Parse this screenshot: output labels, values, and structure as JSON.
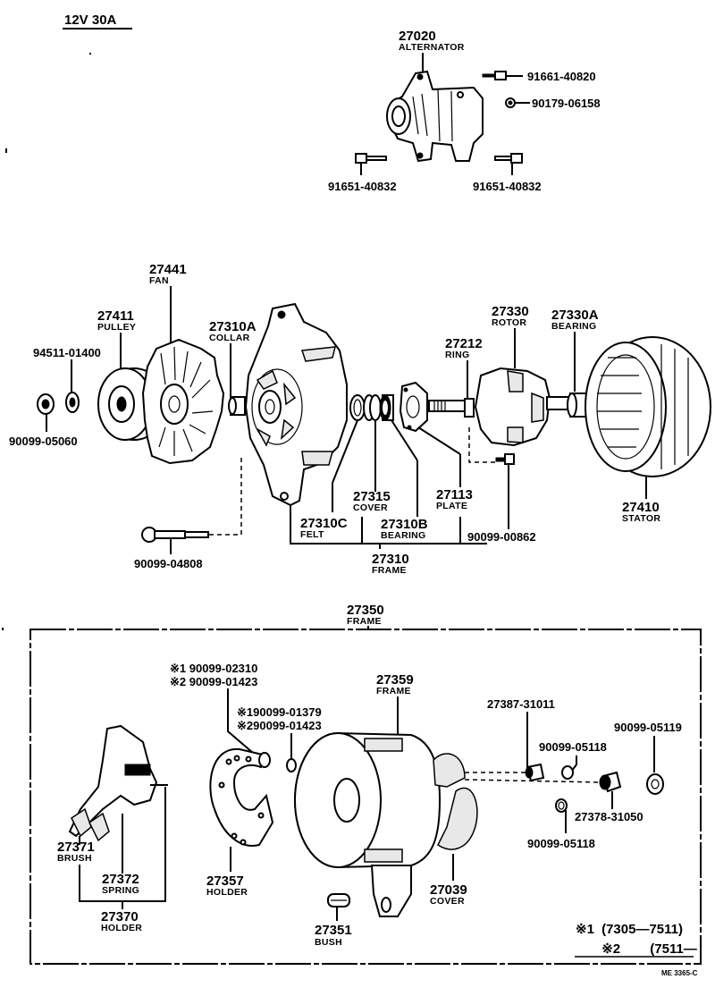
{
  "title": "12V 30A",
  "drawing_code": "ME 3365-C",
  "alternator_assembly": {
    "number": "27020",
    "name": "ALTERNATOR",
    "fasteners": [
      "91661-40820",
      "90179-06158",
      "91651-40832",
      "91651-40832"
    ]
  },
  "front_parts": {
    "fan": {
      "number": "27441",
      "name": "FAN"
    },
    "pulley": {
      "number": "27411",
      "name": "PULLEY"
    },
    "washer": "94511-01400",
    "nut": "90099-05060",
    "collar": {
      "number": "27310A",
      "name": "COLLAR"
    },
    "rotor": {
      "number": "27330",
      "name": "ROTOR"
    },
    "rotor_bearing": {
      "number": "27330A",
      "name": "BEARING"
    },
    "ring": {
      "number": "27212",
      "name": "RING"
    },
    "stator": {
      "number": "27410",
      "name": "STATOR"
    },
    "cover": {
      "number": "27315",
      "name": "COVER"
    },
    "plate": {
      "number": "27113",
      "name": "PLATE"
    },
    "felt": {
      "number": "27310C",
      "name": "FELT"
    },
    "bearing": {
      "number": "27310B",
      "name": "BEARING"
    },
    "plate_screw": "90099-00862",
    "through_bolt": "90099-04808",
    "frame": {
      "number": "27310",
      "name": "FRAME"
    }
  },
  "rear_assembly": {
    "frame": {
      "number": "27350",
      "name": "FRAME"
    },
    "inner_frame": {
      "number": "27359",
      "name": "FRAME"
    },
    "holder_screw": [
      "※1 90099-02310",
      "※2 90099-01423"
    ],
    "frame_screw": [
      "※190099-01379",
      "※290099-01423"
    ],
    "terminal_insulator": "27387-31011",
    "nut_upper": "90099-05118",
    "nut_lower": "90099-05118",
    "nut_right": "90099-05119",
    "terminal_bush": "27378-31050",
    "brush": {
      "number": "27371",
      "name": "BRUSH"
    },
    "spring": {
      "number": "27372",
      "name": "SPRING"
    },
    "brush_holder": {
      "number": "27370",
      "name": "HOLDER"
    },
    "rectifier_holder": {
      "number": "27357",
      "name": "HOLDER"
    },
    "bush": {
      "number": "27351",
      "name": "BUSH"
    },
    "rear_cover": {
      "number": "27039",
      "name": "COVER"
    }
  },
  "notes": [
    {
      "mark": "※1",
      "range": "(7305—7511)"
    },
    {
      "mark": "※2",
      "range": "(7511—       )"
    }
  ]
}
